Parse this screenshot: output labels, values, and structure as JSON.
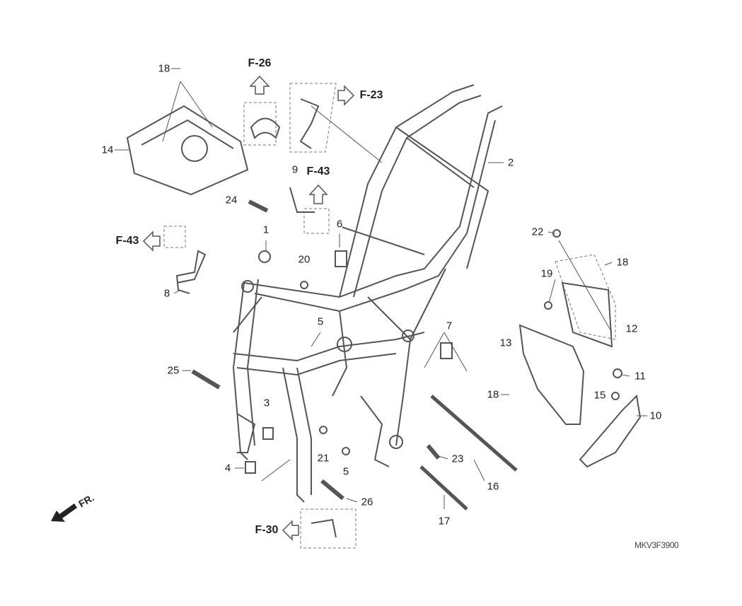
{
  "diagram_code": "MKV3F3900",
  "front_indicator": "FR.",
  "references": [
    "F-26",
    "F-23",
    "F-43",
    "F-43",
    "F-30"
  ],
  "callouts": [
    "18",
    "14",
    "2",
    "9",
    "24",
    "1",
    "6",
    "22",
    "18",
    "20",
    "19",
    "8",
    "5",
    "7",
    "13",
    "12",
    "25",
    "11",
    "18",
    "15",
    "10",
    "3",
    "21",
    "23",
    "4",
    "5",
    "16",
    "26",
    "17"
  ]
}
